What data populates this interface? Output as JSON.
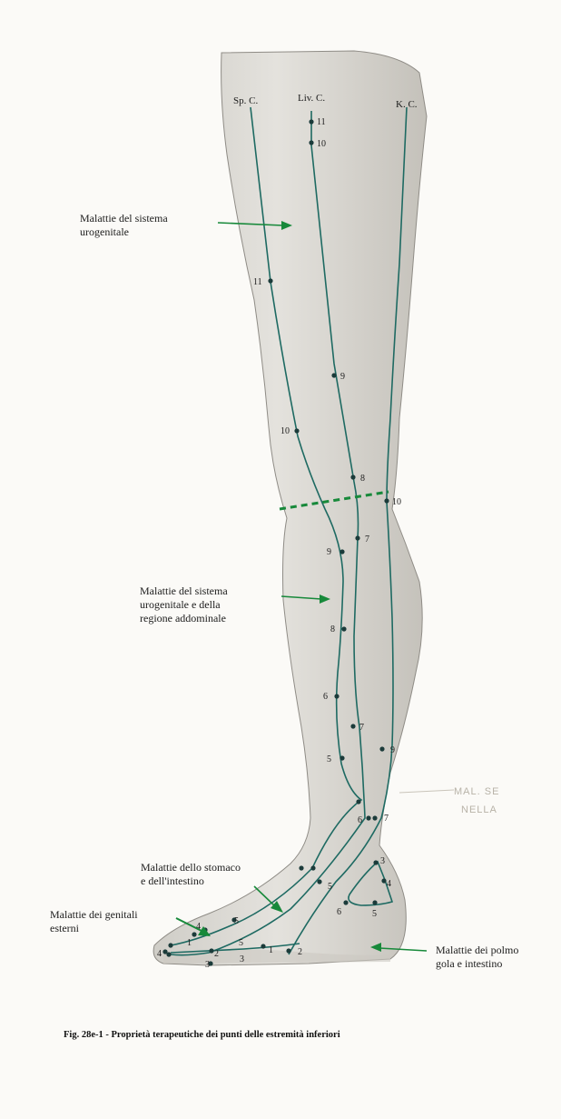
{
  "colors": {
    "meridian": "#1e6a62",
    "arrow": "#17893a",
    "skin": "#dedcd6",
    "skin_shade": "#b9b6ae",
    "background": "#fbfaf7"
  },
  "meridians": {
    "spleen": "Sp. C.",
    "liver": "Liv. C.",
    "kidney": "K. C."
  },
  "annotations": {
    "urogenital": [
      "Malattie del sistema",
      "urogenitale"
    ],
    "abdominal": [
      "Malattie del sistema",
      "urogenitale e della",
      "regione addominale"
    ],
    "stomach": [
      "Malattie dello stomaco",
      "e dell'intestino"
    ],
    "genitals": [
      "Malattie dei genitali",
      "esterni"
    ],
    "lungs": [
      "Malattie dei polmo",
      "gola e intestino"
    ]
  },
  "handwriting": [
    "MAL. SE",
    "NELLA"
  ],
  "point_labels": {
    "liv11": "11",
    "liv10": "10",
    "sp11": "11",
    "liv9": "9",
    "sp10": "10",
    "liv8": "8",
    "k10": "10",
    "sp9": "9",
    "liv7": "7",
    "sp8": "8",
    "sp6": "6",
    "liv6": "7",
    "sp5": "5",
    "k9": "9",
    "k6": "6",
    "k7": "7",
    "ft3": "3",
    "ft4": "4",
    "ft5": "5",
    "ft6": "6",
    "ft_5b": "5",
    "ft_a": "4",
    "ft_b": "3",
    "ft_c": "2",
    "ft_d": "1",
    "ft_e": "5",
    "ft_f": "4",
    "ft_g": "3",
    "ft_h": "2",
    "ft_i": "1",
    "ft_j": "5"
  },
  "caption": "Fig. 28e-1 - Proprietà terapeutiche dei punti delle estremità inferiori"
}
